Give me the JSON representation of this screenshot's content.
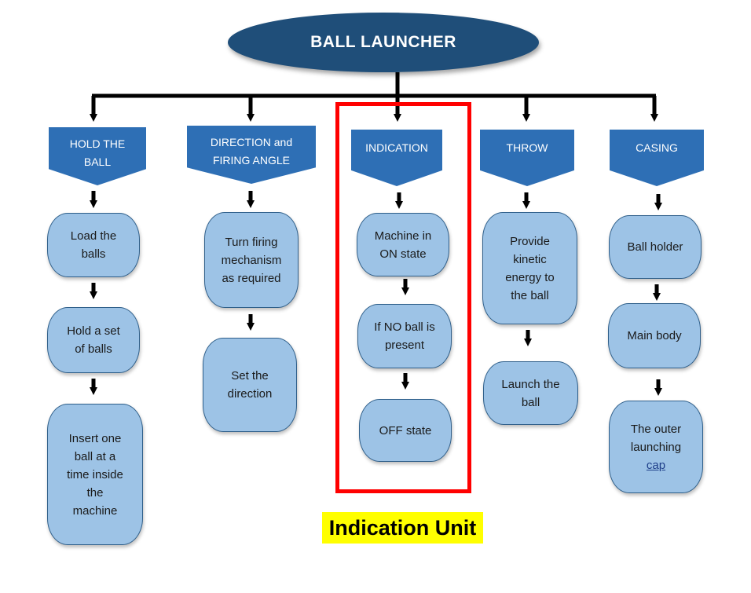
{
  "title": "BALL LAUNCHER",
  "columns": [
    {
      "header": "HOLD THE\nBALL",
      "steps": [
        "Load the\nballs",
        "Hold a set\nof balls",
        "Insert one\nball at a\ntime inside\nthe\nmachine"
      ]
    },
    {
      "header": "DIRECTION and\nFIRING ANGLE",
      "steps": [
        "Turn firing\nmechanism\nas required",
        "Set the\ndirection"
      ]
    },
    {
      "header": "INDICATION",
      "steps": [
        "Machine in\nON state",
        "If NO ball is\npresent",
        "OFF state"
      ]
    },
    {
      "header": "THROW",
      "steps": [
        "Provide\nkinetic\nenergy to\nthe ball",
        "Launch the\nball"
      ]
    },
    {
      "header": "CASING",
      "steps": [
        "Ball holder",
        "Main body",
        "The outer\nlaunching\ncap"
      ]
    }
  ],
  "caption": "Indication Unit",
  "colors": {
    "title_fill": "#1f4e79",
    "header_fill": "#2e6fb5",
    "step_fill": "#9dc3e6",
    "highlight_border": "#ff0000",
    "caption_bg": "#ffff00"
  }
}
